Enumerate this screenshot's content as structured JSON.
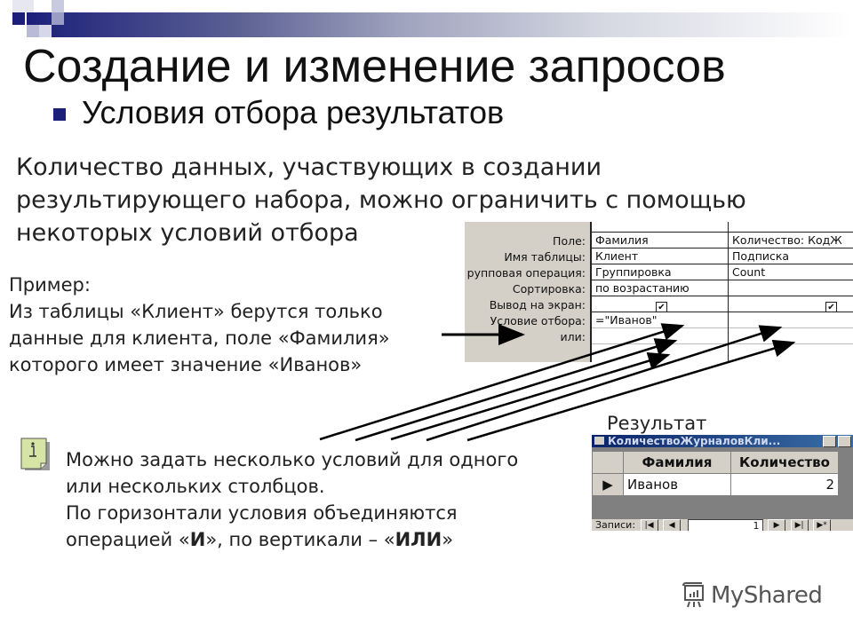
{
  "slide": {
    "title": "Создание и изменение запросов",
    "subtitle": "Условия отбора результатов",
    "intro_lines": [
      "Количество данных, участвующих в создании",
      "результирующего набора, можно ограничить с помощью",
      "некоторых условий отбора"
    ],
    "example_lines": [
      "Пример:",
      "Из таблицы «Клиент» берутся только",
      "данные для клиента, поле «Фамилия»",
      "которого имеет значение «Иванов»"
    ],
    "note": {
      "icon": "info-note-icon",
      "lines": [
        "Можно задать несколько условий для одного",
        "или нескольких столбцов."
      ],
      "line3": "По горизонтали условия объединяются",
      "line4_a": "операцией «",
      "line4_and": "И",
      "line4_b": "», по вертикали – «",
      "line4_or": "ИЛИ",
      "line4_c": "»"
    },
    "result_label": "Результат",
    "accent_color": "#1c1f7a"
  },
  "query_design": {
    "row_labels": [
      "Поле:",
      "Имя таблицы:",
      "рупповая операция:",
      "Сортировка:",
      "Вывод на экран:",
      "Условие отбора:",
      "или:"
    ],
    "columns": [
      {
        "field": "Фамилия",
        "table": "Клиент",
        "group": "Группировка",
        "sort": "по возрастанию",
        "show": "✔",
        "criteria": "=\"Иванов\"",
        "or": ""
      },
      {
        "field": "Количество: КодЖ",
        "table": "Подписка",
        "group": "Count",
        "sort": "",
        "show": "✔",
        "criteria": "",
        "or": ""
      }
    ]
  },
  "result_window": {
    "title": "КоличествоЖурналовКли...",
    "headers": [
      "Фамилия",
      "Количество"
    ],
    "rows": [
      {
        "selector": "▶",
        "surname": "Иванов",
        "count": "2"
      }
    ],
    "nav": {
      "label": "Записи:",
      "first": "|◀",
      "prev": "◀",
      "record": "1",
      "next": "▶",
      "last": "▶|",
      "new": "▶*"
    }
  },
  "watermark": {
    "text": "MyShared"
  }
}
